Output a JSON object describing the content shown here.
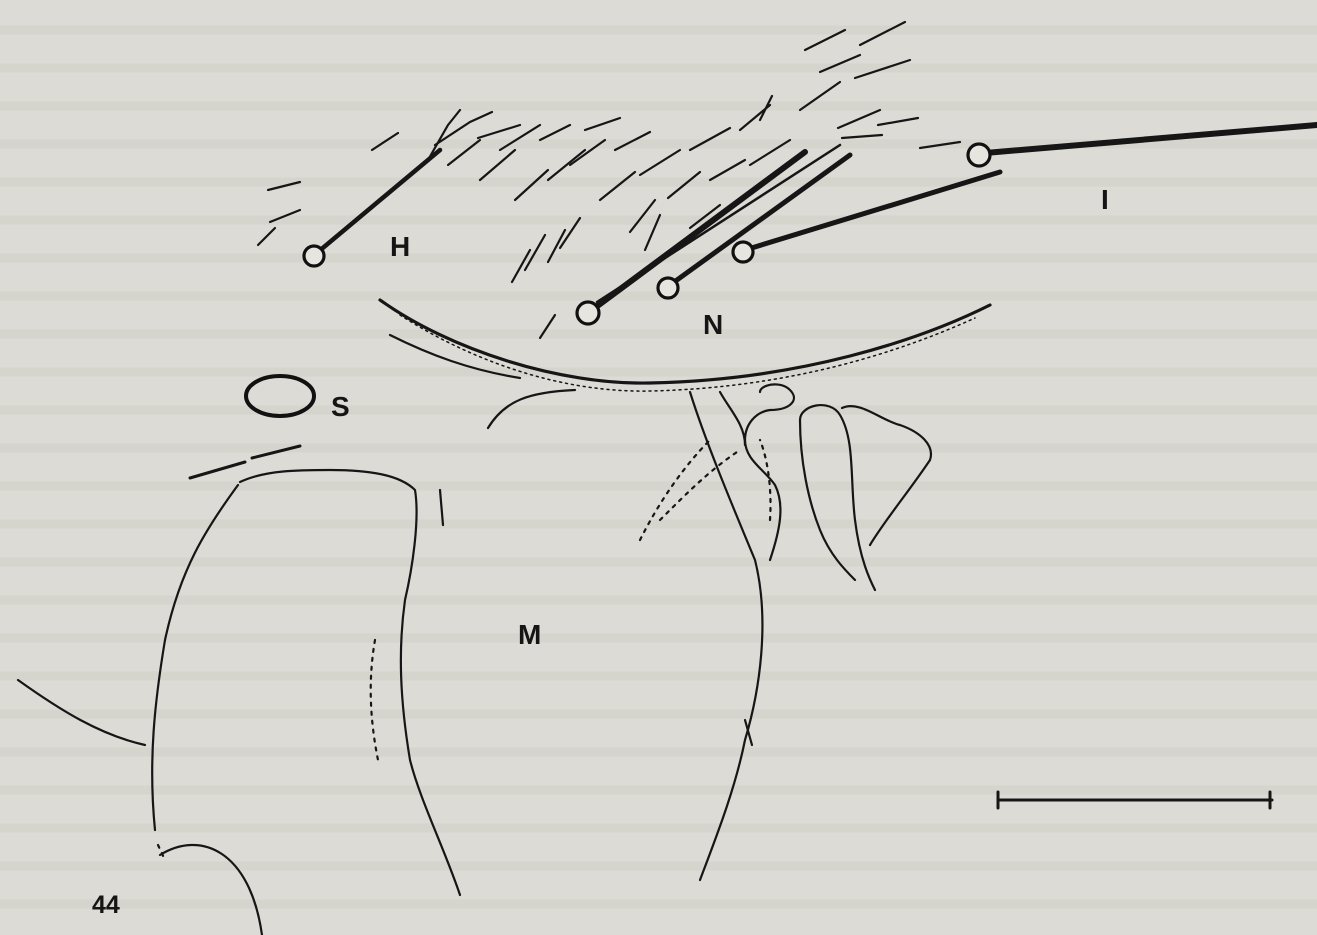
{
  "figure": {
    "number": "44",
    "labels": {
      "H": "H",
      "I": "I",
      "N": "N",
      "S": "S",
      "M": "M"
    },
    "has_scale_bar": true
  },
  "colors": {
    "background": "#dcdbd6",
    "ink": "#161616"
  }
}
